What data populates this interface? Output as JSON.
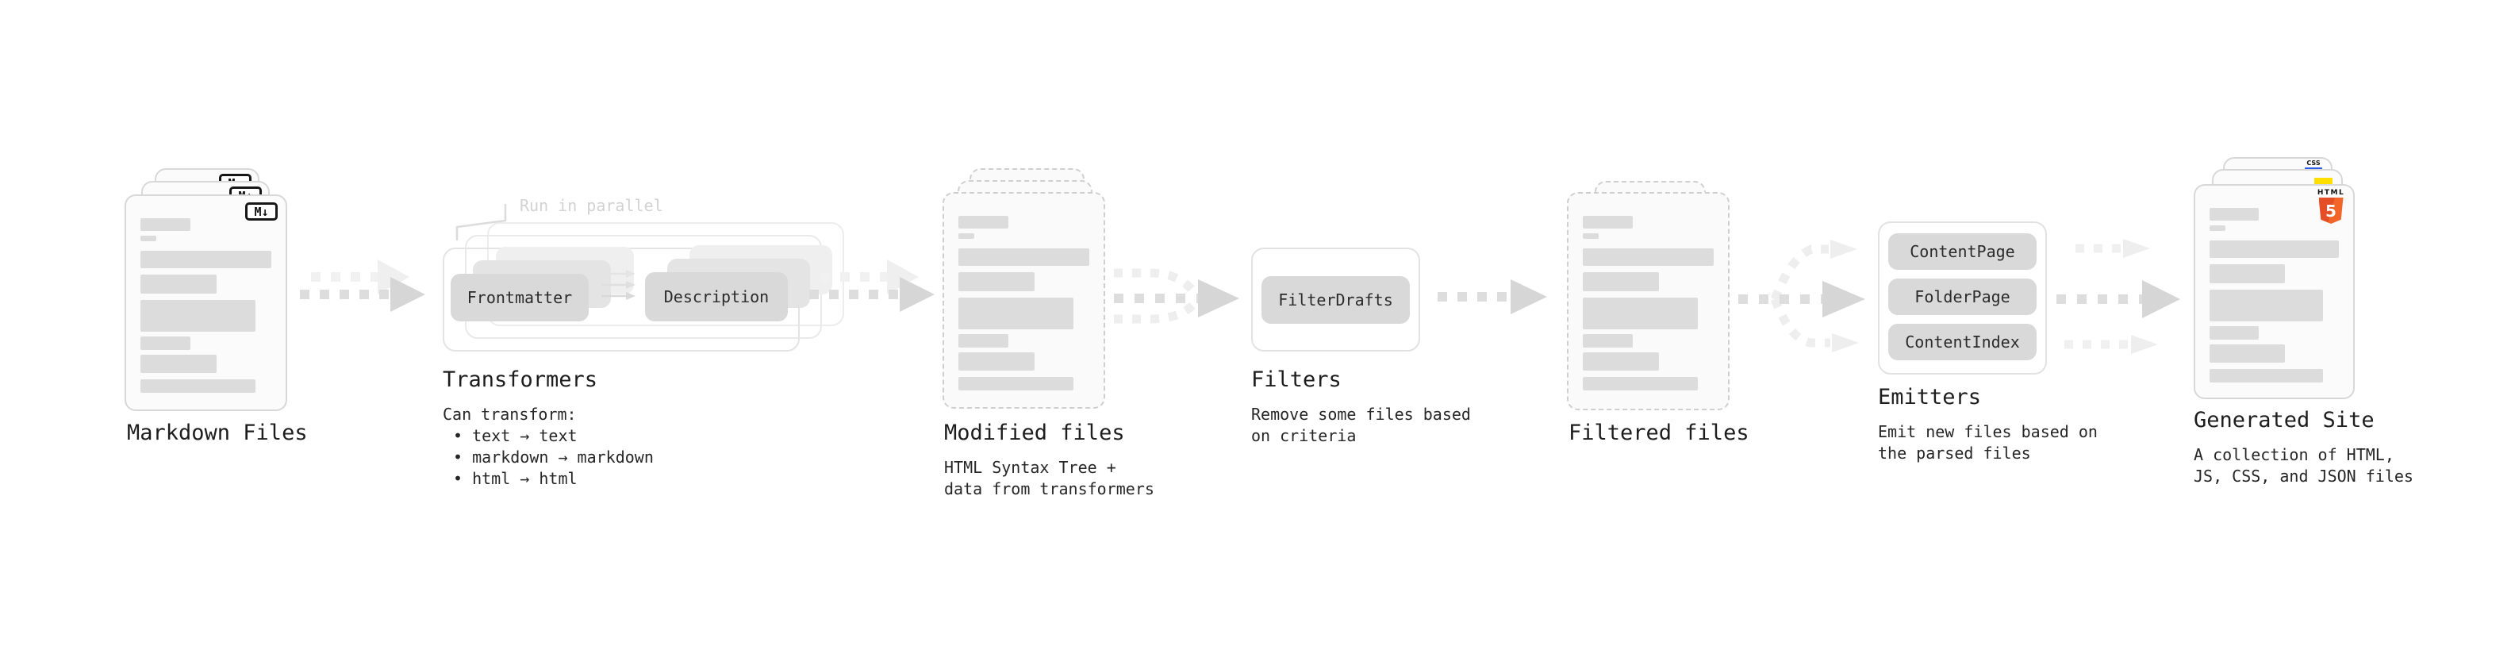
{
  "nodes": {
    "markdown_files": {
      "label": "Markdown Files",
      "badge": "M↓"
    },
    "transformers": {
      "label": "Transformers",
      "callout": "Run in parallel",
      "chips": [
        "Frontmatter",
        "Description"
      ],
      "desc_title": "Can transform:",
      "bullets": [
        "• text → text",
        "• markdown → markdown",
        "• html → html"
      ]
    },
    "modified_files": {
      "label": "Modified files",
      "desc": "HTML Syntax Tree +\ndata from transformers"
    },
    "filters": {
      "label": "Filters",
      "chips": [
        "FilterDrafts"
      ],
      "desc": "Remove some files based\non criteria"
    },
    "filtered_files": {
      "label": "Filtered files"
    },
    "emitters": {
      "label": "Emitters",
      "chips": [
        "ContentPage",
        "FolderPage",
        "ContentIndex"
      ],
      "desc": "Emit new files based on\nthe parsed files"
    },
    "generated_site": {
      "label": "Generated Site",
      "desc": "A collection of HTML,\nJS, CSS, and JSON files",
      "badges": {
        "css": "CSS",
        "html_label": "HTML",
        "html_number": "5"
      }
    }
  },
  "colors": {
    "arrow_dark": "#dddddd",
    "arrow_dark_head": "#d6d6d6",
    "arrow_light": "#f0f0f0",
    "arrow_light_head": "#eeeeee",
    "bar_gray": "#dcdcdc",
    "chip_gray": "#d9d9d9",
    "html5_orange": "#e44d26",
    "js_yellow": "#ffdf00",
    "css_blue": "#2b5ce6"
  }
}
